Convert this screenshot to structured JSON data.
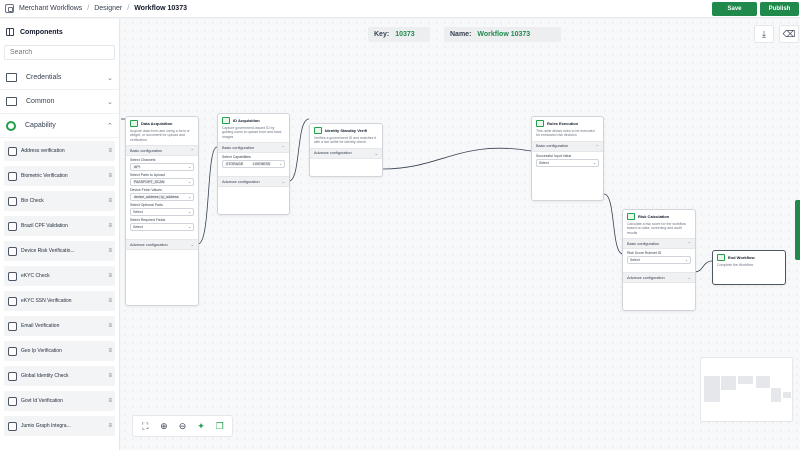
{
  "header": {
    "breadcrumbs": [
      "Merchant Workflows",
      "/",
      "Designer",
      "/",
      "Workflow 10373"
    ],
    "save_label": "Save",
    "publish_label": "Publish"
  },
  "sidebar": {
    "title": "Components",
    "search_placeholder": "Search",
    "categories": [
      {
        "label": "Credentials",
        "icon": "id-card-icon"
      },
      {
        "label": "Common",
        "icon": "grid-icon"
      },
      {
        "label": "Capability",
        "icon": "target-icon"
      }
    ],
    "items": [
      "Address verification",
      "Biometric Verification",
      "Bin Check",
      "Brazil CPF Validation",
      "Device Risk Verificatio...",
      "eKYC Check",
      "eKYC SSN Verification",
      "Email Verification",
      "Geo Ip Verification",
      "Global Identity Check",
      "Govt Id Verification",
      "Jumio Graph Integra..."
    ]
  },
  "canvas": {
    "key_label": "Key:",
    "key_value": "10373",
    "name_label": "Name:",
    "name_value": "Workflow 10373"
  },
  "nodes": {
    "data_acq": {
      "title": "Data Acquisition",
      "desc": "Acquire data from user using a form or widget, or document for upload and verification",
      "section": "Basic configuration",
      "f1_label": "Select Channels",
      "f1_value": "API",
      "f2_label": "Select Parts to Upload",
      "f2_value": "PASSPORT_SCAN",
      "f3_label": "Device Fetch Values",
      "f3_value": "device_address | ip_address",
      "f4_label": "Select Optional Parts",
      "f4_value": "Select",
      "f5_label": "Select Required Fields",
      "f5_value": "Select",
      "adv": "Advance configuration"
    },
    "id_acq": {
      "title": "ID Acquisition",
      "desc": "Capture government-issued ID by guiding users to upload front and back images",
      "section": "Basic configuration",
      "f1_label": "Select Capabilities",
      "f1_chip1": "STORAGE",
      "f1_chip2": "LIVENESS",
      "adv": "Advance configuration"
    },
    "identity": {
      "title": "Identity Standby Verifi",
      "desc": "Verifies a government ID and matches it with a live selfie for identity check.",
      "adv": "Advance configuration"
    },
    "rules": {
      "title": "Rules Execution",
      "desc": "This node allows rules to be executed for enhanced risk decision",
      "section": "Basic configuration",
      "f1_label": "Successful Input Value",
      "f1_value": "Select"
    },
    "risk": {
      "title": "Risk Calculation",
      "desc": "Calculate a risk score for the workflow based on data, screening and audit results",
      "section": "Basic configuration",
      "f1_label": "Risk Score Ruleset ID",
      "f1_value": "Select",
      "adv": "Advance configuration"
    },
    "end": {
      "title": "End Workflow",
      "desc": "Complete the Workflow"
    }
  },
  "colors": {
    "brand": "#1f8a4c",
    "accent": "#22a04b"
  }
}
